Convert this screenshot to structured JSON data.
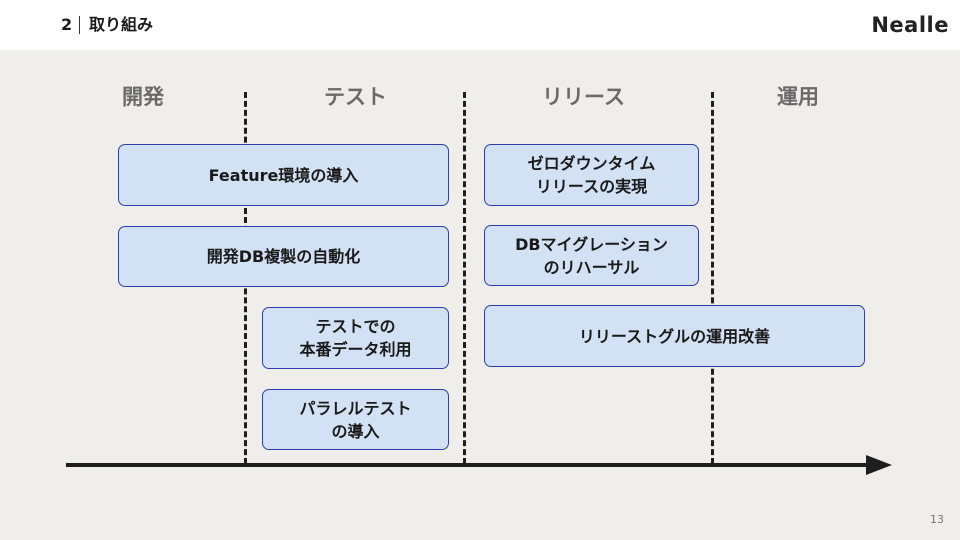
{
  "header": {
    "section_number": "2",
    "section_title": "取り組み",
    "logo": "Nealle"
  },
  "phases": [
    "開発",
    "テスト",
    "リリース",
    "運用"
  ],
  "initiatives": [
    "Feature環境の導入",
    "開発DB複製の自動化",
    "テストでの\n本番データ利用",
    "パラレルテスト\nの導入",
    "ゼロダウンタイム\nリリースの実現",
    "DBマイグレーション\nのリハーサル",
    "リリーストグルの運用改善"
  ],
  "colors": {
    "box_fill": "#d2e1f3",
    "box_border": "#2d3eb0",
    "phase_text": "#6a6a6a",
    "background": "#efeeeb"
  },
  "footer": {
    "page_number": "13"
  }
}
